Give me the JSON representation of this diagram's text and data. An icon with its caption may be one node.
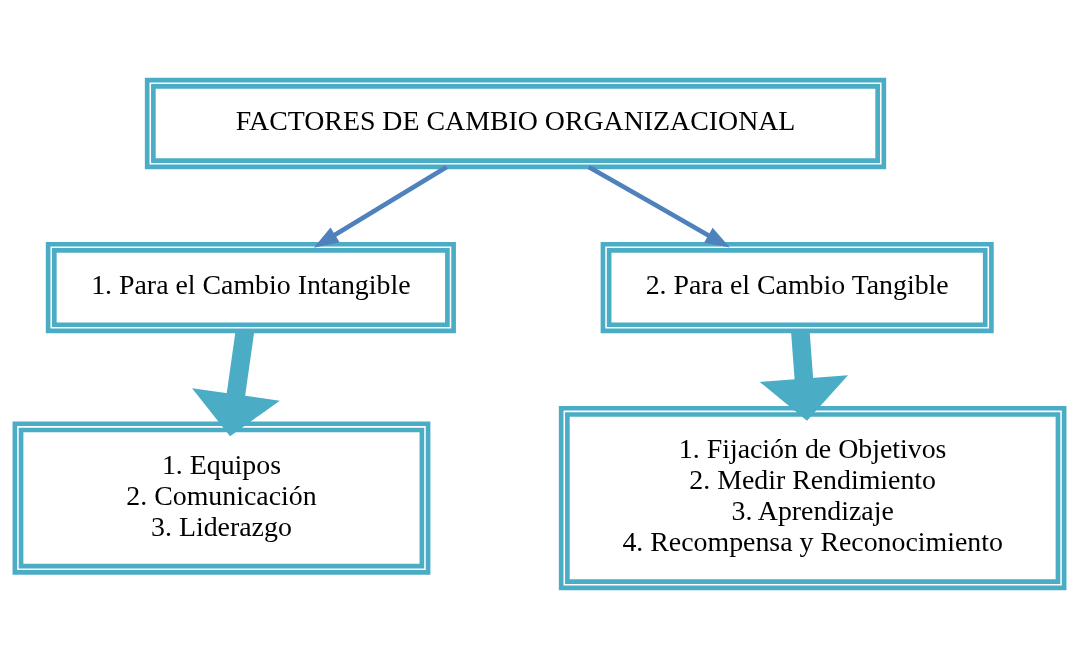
{
  "diagram": {
    "nodes": [
      {
        "text": [
          "FACTORES DE CAMBIO ORGANIZACIONAL"
        ]
      },
      {
        "text": [
          "1. Para el Cambio Intangible"
        ]
      },
      {
        "text": [
          "2. Para el Cambio Tangible"
        ]
      },
      {
        "text": [
          "1. Equipos",
          "2. Comunicación",
          "3. Liderazgo"
        ]
      },
      {
        "text": [
          "1. Fijación de Objetivos",
          "2. Medir Rendimiento",
          "3. Aprendizaje",
          "4. Recompensa y Reconocimiento"
        ]
      }
    ],
    "edges": [
      {
        "from": 0,
        "to": 1,
        "arrow": "to",
        "color": "#4f81bd"
      },
      {
        "from": 0,
        "to": 2,
        "arrow": "to",
        "color": "#4f81bd"
      },
      {
        "from": 1,
        "to": 3,
        "arrow": "to",
        "style": "thick",
        "color": "#4bacc6"
      },
      {
        "from": 2,
        "to": 4,
        "arrow": "to",
        "style": "thick",
        "color": "#4bacc6"
      }
    ]
  }
}
